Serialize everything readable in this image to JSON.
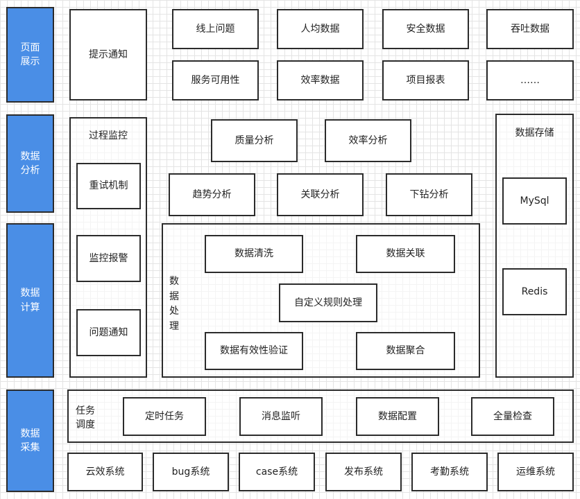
{
  "layers": {
    "display": "页面\n展示",
    "analysis": "数据\n分析",
    "compute": "数据\n计算",
    "collect": "数据\n采集"
  },
  "display": {
    "notice": "提示通知",
    "items": [
      "线上问题",
      "人均数据",
      "安全数据",
      "吞吐数据",
      "服务可用性",
      "效率数据",
      "项目报表",
      "……"
    ]
  },
  "process_monitor": {
    "title": "过程监控",
    "items": [
      "重试机制",
      "监控报警",
      "问题通知"
    ]
  },
  "analysis": {
    "items": [
      "质量分析",
      "效率分析",
      "趋势分析",
      "关联分析",
      "下钻分析"
    ]
  },
  "storage": {
    "title": "数据存储",
    "items": [
      "MySql",
      "Redis"
    ]
  },
  "processing": {
    "title": "数\n据\n处\n理",
    "items": [
      "数据清洗",
      "数据关联",
      "自定义规则处理",
      "数据有效性验证",
      "数据聚合"
    ]
  },
  "scheduling": {
    "title": "任务\n调度",
    "items": [
      "定时任务",
      "消息监听",
      "数据配置",
      "全量检查"
    ]
  },
  "sources": {
    "items": [
      "云效系统",
      "bug系统",
      "case系统",
      "发布系统",
      "考勤系统",
      "运维系统"
    ]
  },
  "colors": {
    "layer_fill": "#4a8ee6",
    "border": "#2b2b2b",
    "grid": "#e4e4e4"
  }
}
